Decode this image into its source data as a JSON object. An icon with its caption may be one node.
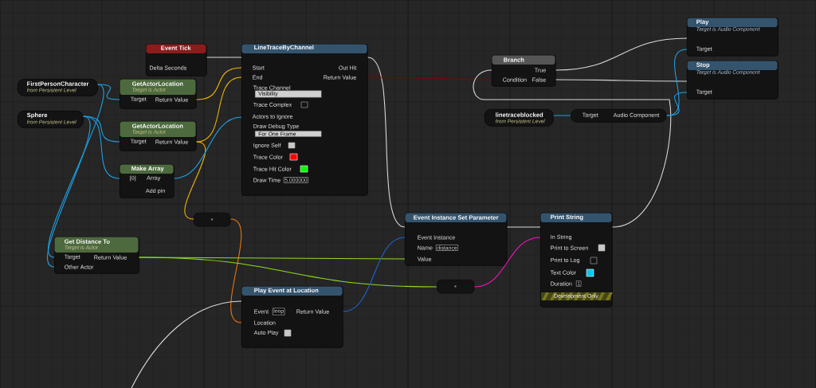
{
  "diagram": {
    "nodes": [
      {
        "text": [
          "Event Tick",
          "Delta Seconds"
        ]
      },
      {
        "text": [
          "FirstPersonCharacter",
          "from Persistent Level"
        ]
      },
      {
        "text": [
          "Sphere",
          "from Persistent Level"
        ]
      },
      {
        "text": [
          "GetActorLocation",
          "Target is Actor",
          "Target",
          "Return Value"
        ]
      },
      {
        "text": [
          "GetActorLocation",
          "Target is Actor",
          "Target",
          "Return Value"
        ]
      },
      {
        "text": [
          "Make Array",
          "[0]",
          "Array",
          "Add pin"
        ]
      },
      {
        "text": [
          "LineTraceByChannel",
          "Start",
          "End",
          "Out Hit",
          "Return Value",
          "Trace Channel",
          "Visibility",
          "Trace Complex",
          "Actors to Ignore",
          "Draw Debug Type",
          "For One Frame",
          "Ignore Self",
          "Trace Color",
          "Trace Hit Color",
          "Draw Time",
          "5.000000"
        ]
      },
      {
        "text": [
          "Branch",
          "True",
          "Condition",
          "False"
        ]
      },
      {
        "text": [
          "Play",
          "Target is Audio Component",
          "Target"
        ]
      },
      {
        "text": [
          "Stop",
          "Target is Audio Component",
          "Target"
        ]
      },
      {
        "text": [
          "linetraceblocked",
          "from Persistent Level"
        ]
      },
      {
        "text": [
          "Target",
          "Audio Component"
        ]
      },
      {
        "text": [],
        "shape": "box"
      },
      {
        "text": [
          "Get Distance To",
          "Target is Actor",
          "Target",
          "Other Actor",
          "Return Value"
        ]
      },
      {
        "text": [
          "Event Instance Set Parameter",
          "Event Instance",
          "Name",
          "distance",
          "Value"
        ]
      },
      {
        "text": [
          "Print String",
          "In String",
          "Print to Screen",
          "Print to Log",
          "Text Color",
          "Duration",
          "1",
          "Development Only"
        ]
      },
      {
        "text": [],
        "shape": "box"
      },
      {
        "text": [
          "Play Event at Location",
          "Event",
          "loop",
          "Location",
          "Return Value",
          "Auto Play"
        ]
      }
    ],
    "edges": [
      {
        "from": 0,
        "to": 6,
        "arrow": "none",
        "color": "#d8d8d8"
      },
      {
        "from": 1,
        "to": 3,
        "arrow": "none"
      },
      {
        "from": 1,
        "to": 13,
        "arrow": "none"
      },
      {
        "from": 2,
        "to": 4,
        "arrow": "none"
      },
      {
        "from": 2,
        "to": 5,
        "arrow": "none"
      },
      {
        "from": 2,
        "to": 13,
        "arrow": "none"
      },
      {
        "from": 3,
        "to": 6,
        "arrow": "none",
        "color": "#f0b400"
      },
      {
        "from": 4,
        "to": 6,
        "arrow": "none",
        "color": "#f0b400"
      },
      {
        "from": 4,
        "to": 12,
        "arrow": "none",
        "color": "#f0b400"
      },
      {
        "from": 5,
        "to": 6,
        "arrow": "none"
      },
      {
        "from": 12,
        "to": 17,
        "arrow": "none",
        "color": "#e8760e"
      },
      {
        "from": 6,
        "to": 14,
        "arrow": "none",
        "color": "#d8d8d8"
      },
      {
        "from": 6,
        "to": 7,
        "arrow": "none",
        "color": "#8a0000"
      },
      {
        "from": 14,
        "to": 15,
        "arrow": "none",
        "color": "#d8d8d8"
      },
      {
        "from": 15,
        "to": 7,
        "arrow": "none",
        "color": "#d8d8d8"
      },
      {
        "from": 7,
        "to": 8,
        "arrow": "none",
        "color": "#d8d8d8"
      },
      {
        "from": 7,
        "to": 9,
        "arrow": "none",
        "color": "#d8d8d8"
      },
      {
        "from": 10,
        "to": 11,
        "arrow": "none"
      },
      {
        "from": 11,
        "to": 8,
        "arrow": "none"
      },
      {
        "from": 11,
        "to": 9,
        "arrow": "none"
      },
      {
        "from": 13,
        "to": 14,
        "arrow": "none",
        "color": "#8fdc1f"
      },
      {
        "from": 13,
        "to": 16,
        "arrow": "none",
        "color": "#8fdc1f"
      },
      {
        "from": 16,
        "to": 15,
        "arrow": "none",
        "color": "#ff10c8"
      },
      {
        "from": 17,
        "to": 14,
        "arrow": "none",
        "color": "#1e64d8"
      },
      {
        "from": null,
        "to": 17,
        "arrow": "none",
        "color": "#d8d8d8"
      }
    ]
  }
}
